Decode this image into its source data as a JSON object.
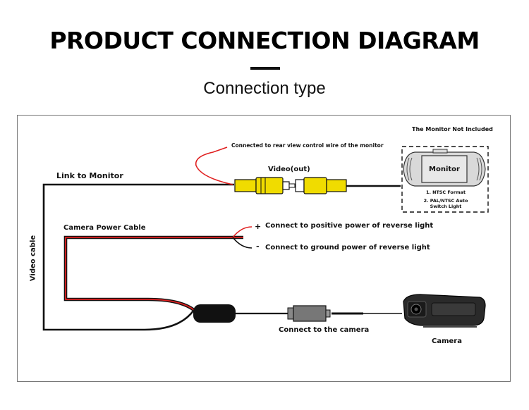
{
  "header": {
    "title": "PRODUCT CONNECTION DIAGRAM",
    "subtitle": "Connection type"
  },
  "diagram": {
    "link_to_monitor": "Link to Monitor",
    "video_cable": "Video cable",
    "camera_power_cable": "Camera Power Cable",
    "video_out": "Video(out)",
    "control_wire_note": "Connected to rear view control wire of the monitor",
    "positive_sign": "+",
    "positive_note": "Connect to positive power of reverse light",
    "negative_sign": "-",
    "negative_note": "Connect to ground power of reverse light",
    "connect_camera": "Connect to the camera",
    "camera": "Camera",
    "monitor": {
      "not_included": "The Monitor Not Included",
      "screen_label": "Monitor",
      "note_1": "1. NTSC Format",
      "note_2a": "2. PAL/NTSC Auto",
      "note_2b": "Switch Light"
    },
    "colors": {
      "cable": "#111111",
      "power_wire": "#e02020",
      "rca_plug": "#f0dc00",
      "frame": "#777777"
    }
  }
}
